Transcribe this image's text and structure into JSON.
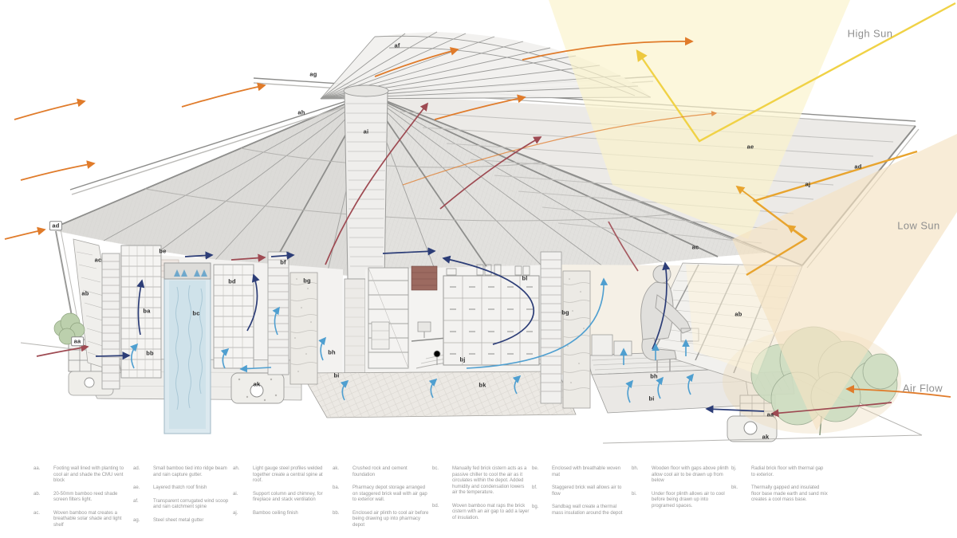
{
  "annotations": {
    "high_sun": "High Sun",
    "low_sun": "Low Sun",
    "air_flow": "Air Flow"
  },
  "label_codes": {
    "aa": "aa",
    "ab": "ab",
    "ac": "ac",
    "ad": "ad",
    "ae": "ae",
    "af": "af",
    "ag": "ag",
    "ah": "ah",
    "ai": "ai",
    "aj": "aj",
    "ak": "ak",
    "ba": "ba",
    "bb": "bb",
    "bc": "bc",
    "bd": "bd",
    "be": "be",
    "bf": "bf",
    "bg": "bg",
    "bh": "bh",
    "bi": "bi",
    "bj": "bj",
    "bk": "bk",
    "bl": "bl"
  },
  "legend": {
    "items": [
      {
        "code": "aa.",
        "text": "Footing wall lined with planting to cool air and shade the CMU vent block"
      },
      {
        "code": "ab.",
        "text": "20-50mm bamboo reed shade screen filters light."
      },
      {
        "code": "ac.",
        "text": "Woven bamboo mat creates a breathable solar shade and light shelf"
      },
      {
        "code": "ad.",
        "text": "Small bamboo tied into ridge beam and rain capture gutter."
      },
      {
        "code": "ae.",
        "text": "Layered thatch roof finish"
      },
      {
        "code": "af.",
        "text": "Transparent corrugated wind scoop and rain catchment spine"
      },
      {
        "code": "ag.",
        "text": "Steel sheet metal gutter"
      },
      {
        "code": "ah.",
        "text": "Light gauge steel profiles welded together create a central spine at roof."
      },
      {
        "code": "ai.",
        "text": "Support column and chimney, for fireplace and stack ventilation"
      },
      {
        "code": "aj.",
        "text": "Bamboo ceiling finish"
      },
      {
        "code": "ak.",
        "text": "Crushed rock and cement foundation"
      },
      {
        "code": "ba.",
        "text": "Pharmacy depot storage arranged on staggered brick wall with air gap to exterior wall."
      },
      {
        "code": "bb.",
        "text": "Enclosed air plinth to cool air before being drawing up into pharmacy depot"
      },
      {
        "code": "bc.",
        "text": "Manually fed brick cistern acts as a passive chiller to cool the air as it circulates within the depot. Added humidity and condensation lowers air the temperature."
      },
      {
        "code": "bd.",
        "text": "Woven bamboo mat raps the brick cistern with an air gap to add a layer of insulation."
      },
      {
        "code": "be.",
        "text": "Enclosed with breathable woven mat"
      },
      {
        "code": "bf.",
        "text": "Staggered brick wall allows air to flow"
      },
      {
        "code": "bg.",
        "text": "Sandbag wall create a thermal mass insulation around the depot"
      },
      {
        "code": "bh.",
        "text": "Wooden floor with gaps above plinth allow cool air to be drawn up from below"
      },
      {
        "code": "bi.",
        "text": "Under floor plinth allows air to cool before being drawn up into programed spaces."
      },
      {
        "code": "bj.",
        "text": "Radial brick floor with thermal gap to exterior."
      },
      {
        "code": "bk.",
        "text": "Thermally gapped and insulated floor base made earth and sand mix creates a cool mass base."
      }
    ]
  },
  "palette": {
    "wind_arrow_orange": "#e07b2a",
    "warm_air_maroon": "#9e4a52",
    "cool_air_blue": "#4f9fd0",
    "exhaust_air_navy": "#2c3d77",
    "high_sun_yellow": "#f0d246",
    "low_sun_orange": "#e8a42e",
    "tree_green": "#ccdcc0",
    "legend_text_grey": "#969696"
  }
}
